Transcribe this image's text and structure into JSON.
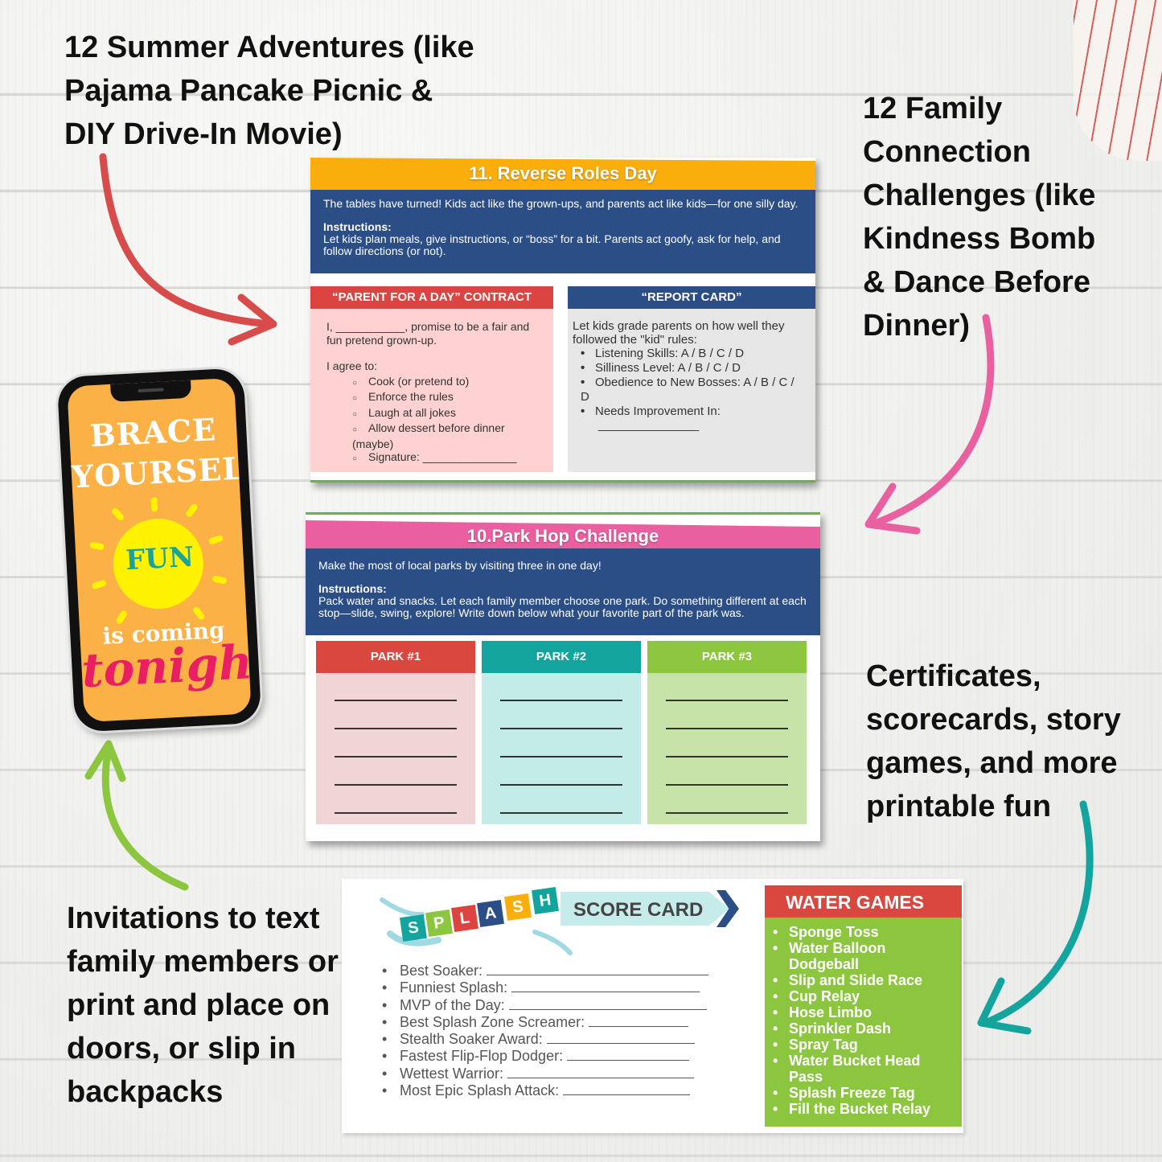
{
  "captions": {
    "adventures": "12 Summer Adventures (like\nPajama Pancake Picnic &\nDIY Drive-In Movie)",
    "family": "12 Family\nConnection\nChallenges (like\nKindness Bomb\n& Dance Before\nDinner)",
    "certificates": "Certificates,\nscorecards, story\ngames, and more\nprintable fun",
    "invitations": "Invitations to text\nfamily members or\nprint and place on\ndoors, or slip in\nbackpacks"
  },
  "reverse_card": {
    "title": "11.  Reverse Roles Day",
    "intro": "The tables have turned! Kids act like the grown-ups, and parents act like kids—for one silly day.",
    "instructions_label": "Instructions:",
    "instructions": "Let kids plan meals, give instructions, or “boss” for a bit. Parents act goofy, ask for help, and follow directions (or not).",
    "contract": {
      "heading": "“PARENT FOR A DAY” CONTRACT",
      "line1": "I, ___________, promise to be a fair and fun pretend grown-up.",
      "agree_label": "I agree to:",
      "items": [
        "Cook (or pretend to)",
        "Enforce the rules",
        "Laugh at all jokes",
        "Allow dessert before dinner (maybe)",
        "Signature: _______________"
      ]
    },
    "report": {
      "heading": "“REPORT CARD”",
      "intro": "Let kids grade parents on how well they followed the \"kid\" rules:",
      "items": [
        "Listening Skills: A / B / C / D",
        "Silliness Level: A / B / C / D",
        "Obedience to New Bosses: A / B / C / D",
        "Needs Improvement In:",
        "_______________"
      ]
    }
  },
  "park_card": {
    "title": "10.Park Hop Challenge",
    "intro": "Make the most of local parks by visiting three in one day!",
    "instructions_label": "Instructions:",
    "instructions": "Pack water and snacks. Let each family member choose one park. Do something different at each stop—slide, swing, explore! Write down below what your favorite part of the park was.",
    "columns": [
      "PARK #1",
      "PARK #2",
      "PARK #3"
    ]
  },
  "splash_card": {
    "logo_letters": [
      "S",
      "P",
      "L",
      "A",
      "S",
      "H"
    ],
    "scorecard_label": "SCORE CARD",
    "awards": [
      "Best Soaker:",
      "Funniest Splash:",
      "MVP of the Day:",
      "Best Splash Zone Screamer:",
      "Stealth Soaker Award:",
      "Fastest Flip-Flop Dodger:",
      "Wettest Warrior:",
      "Most Epic Splash Attack:"
    ],
    "games_heading": "WATER GAMES",
    "games": [
      "Sponge Toss",
      "Water Balloon Dodgeball",
      "Slip and Slide Race",
      "Cup Relay",
      "Hose Limbo",
      "Sprinkler Dash",
      "Spray Tag",
      "Water Bucket Head Pass",
      "Splash Freeze Tag",
      "Fill the Bucket Relay"
    ]
  },
  "phone": {
    "line1": "BRACE",
    "line2": "YOURSELF",
    "fun": "FUN",
    "coming": "is coming",
    "tonight": "tonight"
  },
  "colors": {
    "orange": "#f9ae0c",
    "navy": "#2c4e86",
    "red": "#dc4441",
    "pink": "#ea5fa0",
    "teal": "#13a59d",
    "green": "#8cc63f"
  }
}
